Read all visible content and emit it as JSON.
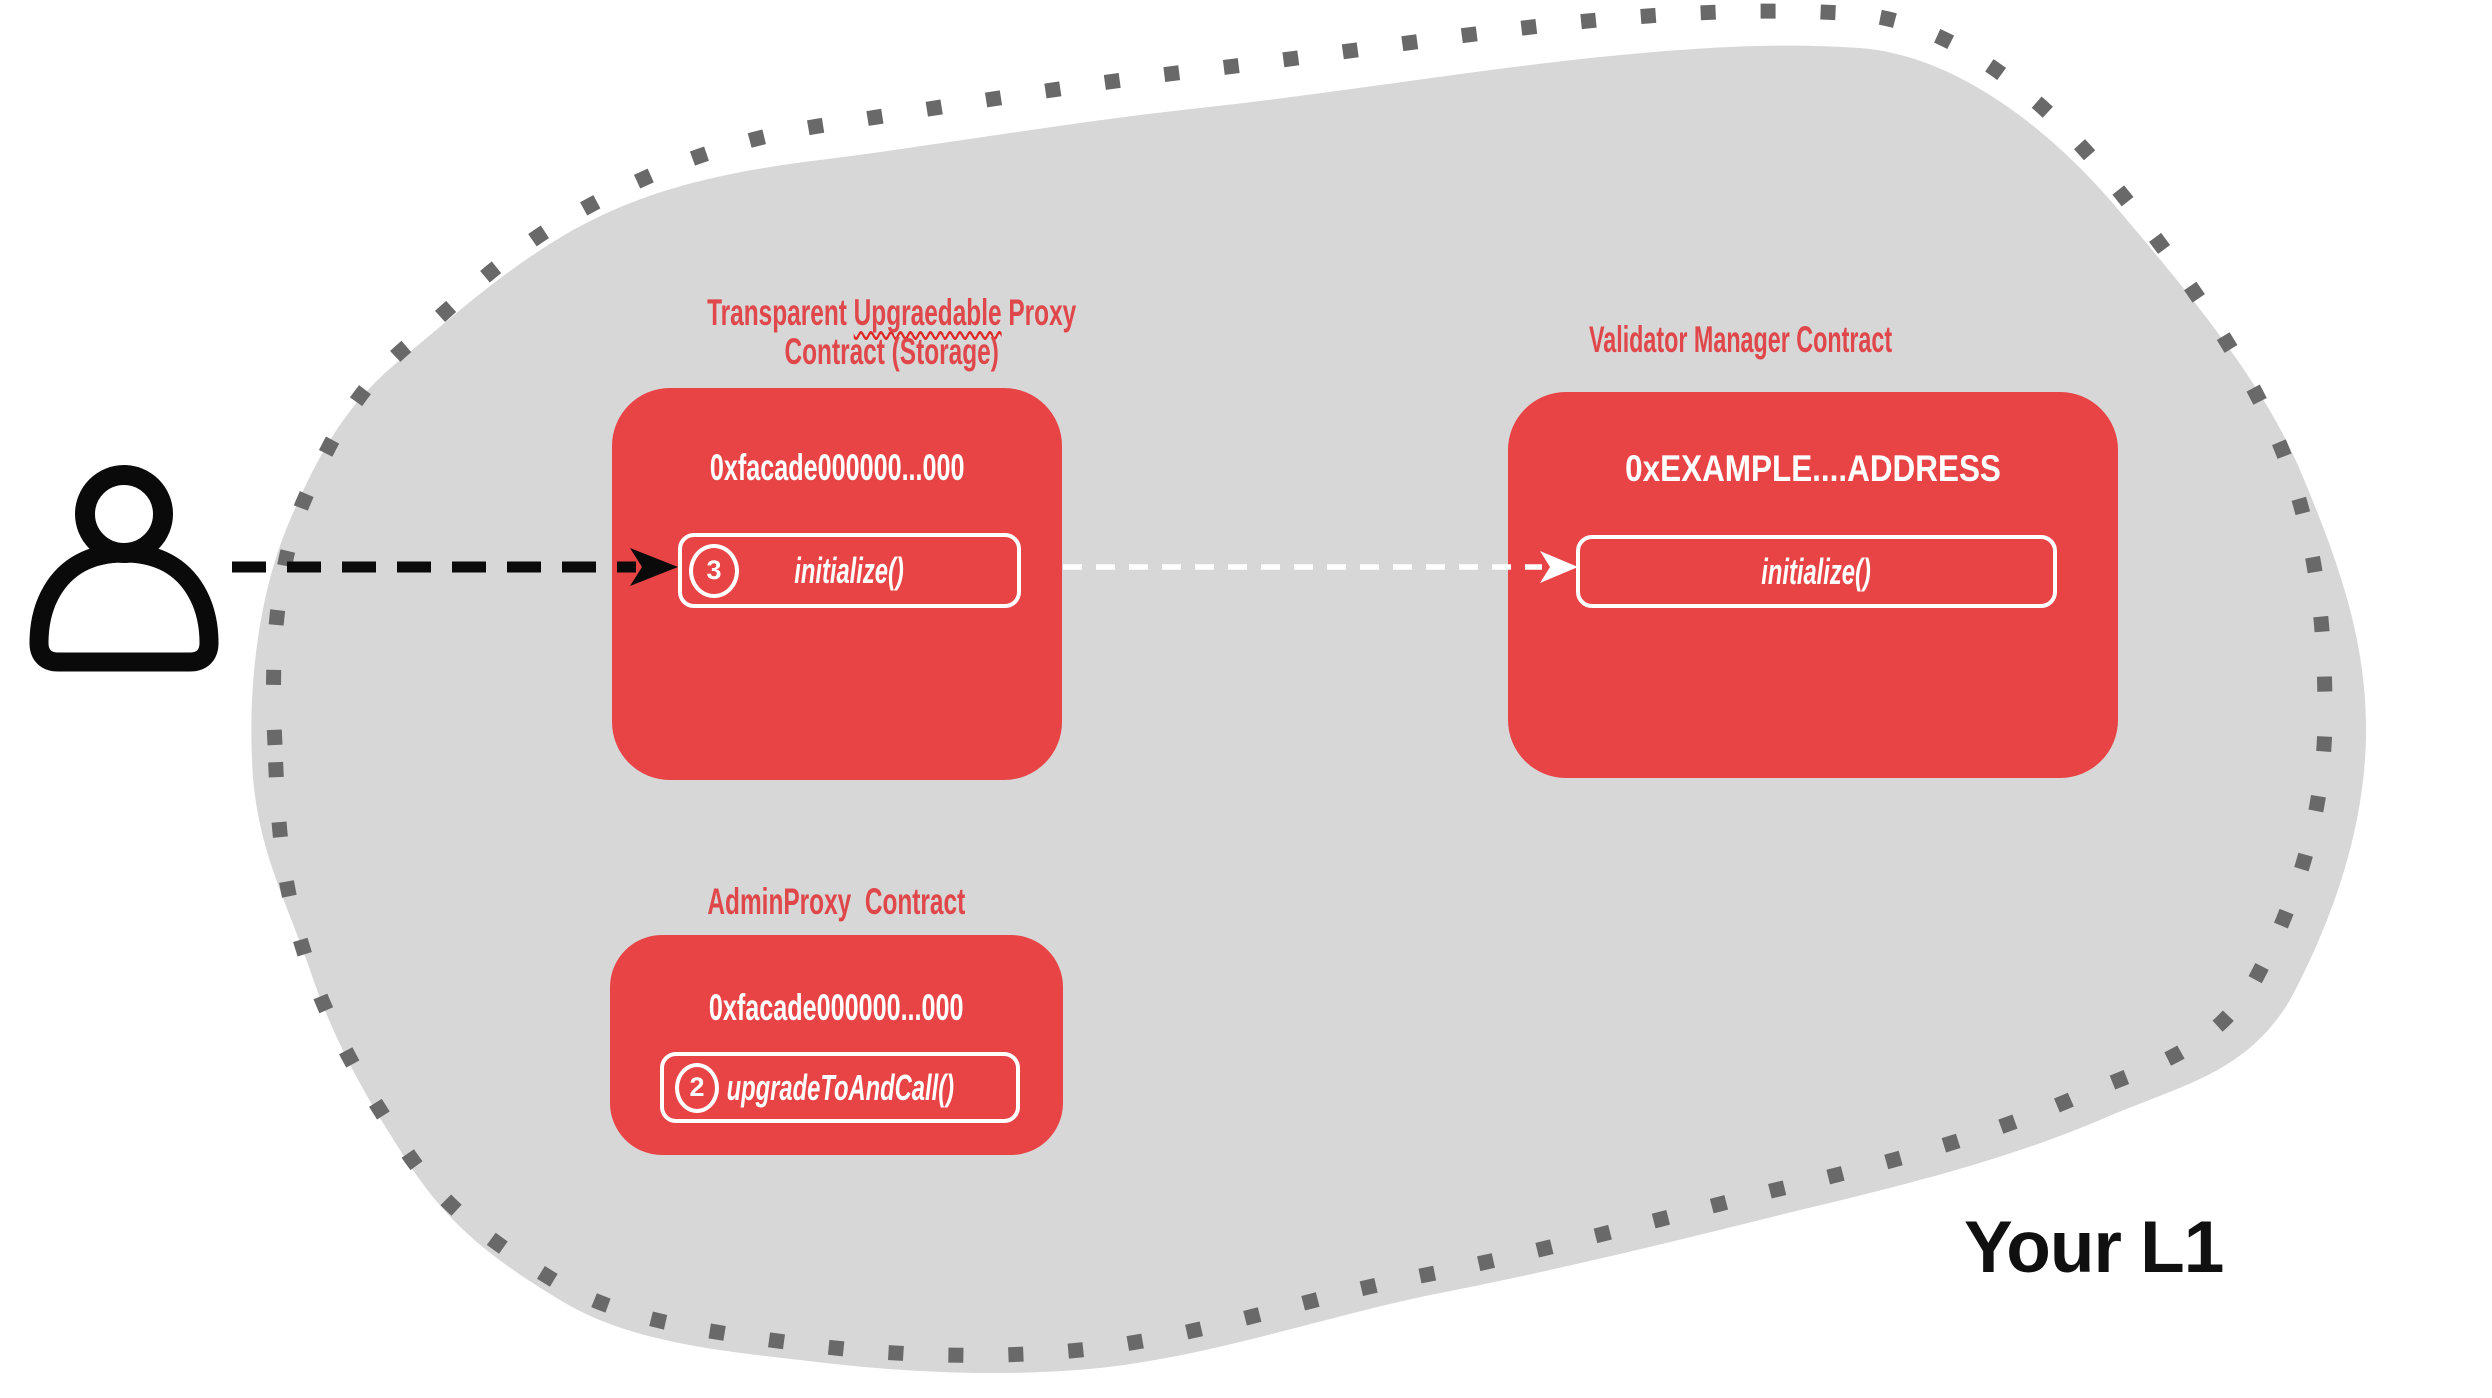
{
  "boundary": {
    "label": "Your L1",
    "fill_color": "#D7D7D7",
    "dotted_border_color": "#696969"
  },
  "colors": {
    "card_red": "#E84345",
    "title_red": "#E0474A",
    "text_white": "#FFFFFF",
    "arrow_black": "#0A0A0A",
    "label_black": "#101010"
  },
  "icons": {
    "actor": "person-icon"
  },
  "connections": {
    "user_to_proxy": "black dashed arrow",
    "proxy_to_validator_manager": "white dashed arrow"
  },
  "contracts": {
    "proxy": {
      "title_part1": "Transparent ",
      "title_misspelled": "Upgraedable",
      "title_part2": " Proxy",
      "title_line2": "Contract (Storage)",
      "address": "0xfacade000000...000",
      "step": "3",
      "method": "initialize()"
    },
    "validator_manager": {
      "title": "Validator Manager Contract",
      "address": "0xEXAMPLE....ADDRESS",
      "method": "initialize()"
    },
    "admin_proxy": {
      "title": "AdminProxy  Contract",
      "address": "0xfacade000000...000",
      "step": "2",
      "method": "upgradeToAndCall()"
    }
  }
}
